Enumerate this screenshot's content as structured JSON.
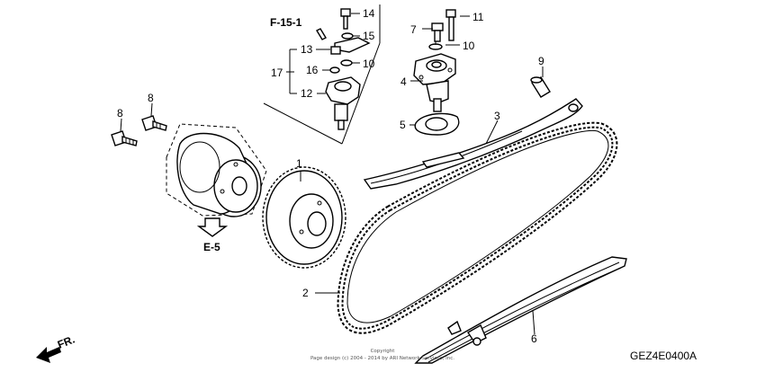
{
  "refs": {
    "f15_1": "F-15-1",
    "e5": "E-5",
    "fr": "FR.",
    "diagram_code": "GEZ4E0400A"
  },
  "labels": {
    "p1": "1",
    "p2": "2",
    "p3": "3",
    "p4": "4",
    "p5": "5",
    "p6": "6",
    "p7": "7",
    "p8a": "8",
    "p8b": "8",
    "p9": "9",
    "p10a": "10",
    "p10b": "10",
    "p11": "11",
    "p12": "12",
    "p13": "13",
    "p14": "14",
    "p15": "15",
    "p16": "16",
    "p17": "17"
  },
  "copyright": {
    "line1": "Copyright",
    "line2": "Page design (c) 2004 - 2014 by ARI Network Services, Inc."
  }
}
